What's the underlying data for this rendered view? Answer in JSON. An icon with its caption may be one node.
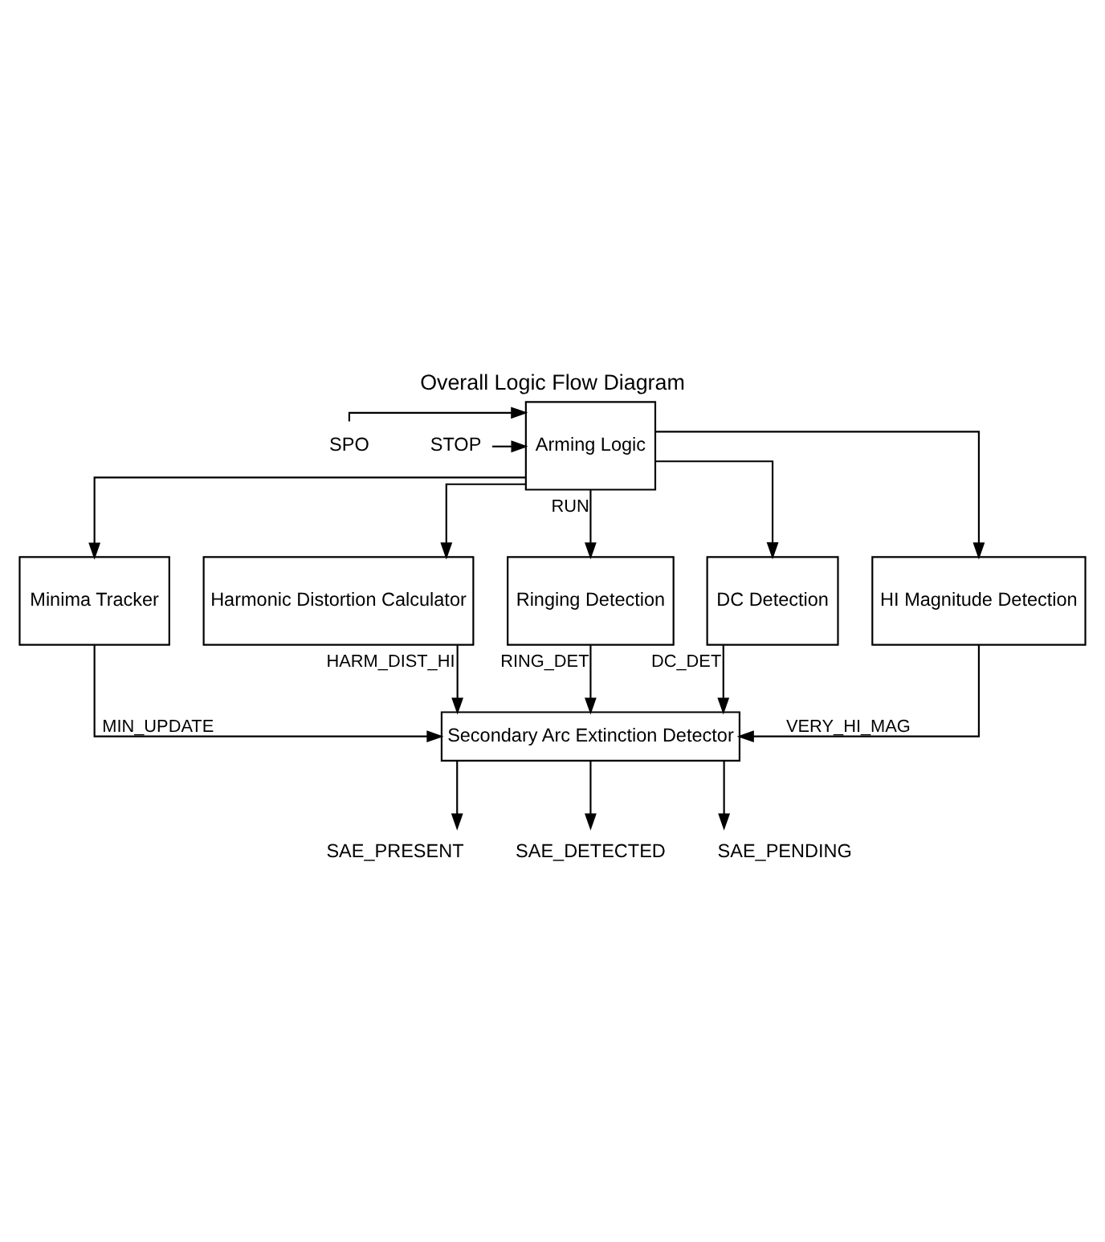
{
  "diagram": {
    "title": "Overall Logic Flow Diagram",
    "nodes": [
      {
        "text": [
          "SPO"
        ]
      },
      {
        "text": [
          "STOP"
        ]
      },
      {
        "text": [
          "Arming Logic"
        ]
      },
      {
        "text": [
          "Minima Tracker"
        ]
      },
      {
        "text": [
          "Harmonic Distortion Calculator"
        ]
      },
      {
        "text": [
          "Ringing Detection"
        ]
      },
      {
        "text": [
          "DC Detection"
        ]
      },
      {
        "text": [
          "HI Magnitude Detection"
        ]
      },
      {
        "text": [
          "Secondary Arc Extinction Detector"
        ]
      },
      {
        "text": [
          "SAE_PRESENT"
        ]
      },
      {
        "text": [
          "SAE_DETECTED"
        ]
      },
      {
        "text": [
          "SAE_PENDING"
        ]
      }
    ],
    "edges": [
      {
        "from": 0,
        "to": 2,
        "arrow": "to"
      },
      {
        "from": 1,
        "to": 2,
        "arrow": "to"
      },
      {
        "from": 2,
        "to": 3,
        "arrow": "to"
      },
      {
        "from": 2,
        "to": 4,
        "arrow": "to"
      },
      {
        "from": 2,
        "to": 5,
        "arrow": "to",
        "label": "RUN"
      },
      {
        "from": 2,
        "to": 6,
        "arrow": "to"
      },
      {
        "from": 2,
        "to": 7,
        "arrow": "to"
      },
      {
        "from": 3,
        "to": 8,
        "arrow": "to",
        "label": "MIN_UPDATE"
      },
      {
        "from": 4,
        "to": 8,
        "arrow": "to",
        "label": "HARM_DIST_HI"
      },
      {
        "from": 5,
        "to": 8,
        "arrow": "to",
        "label": "RING_DET"
      },
      {
        "from": 6,
        "to": 8,
        "arrow": "to",
        "label": "DC_DET"
      },
      {
        "from": 7,
        "to": 8,
        "arrow": "to",
        "label": "VERY_HI_MAG"
      },
      {
        "from": 8,
        "to": 9,
        "arrow": "to"
      },
      {
        "from": 8,
        "to": 10,
        "arrow": "to"
      },
      {
        "from": 8,
        "to": 11,
        "arrow": "to"
      }
    ]
  }
}
